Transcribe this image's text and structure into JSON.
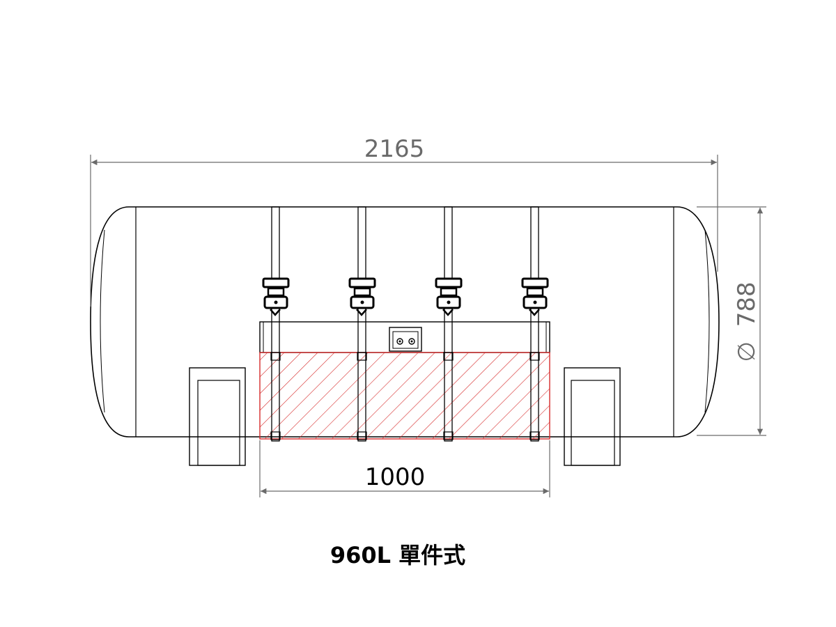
{
  "dimensions": {
    "overall_length": "2165",
    "diameter_symbol": "∅",
    "diameter": "788",
    "section_length": "1000"
  },
  "caption": "960L 單件式",
  "colors": {
    "outline": "#000000",
    "dimension": "#6a6a6a",
    "hatch": "#d62b2b"
  }
}
